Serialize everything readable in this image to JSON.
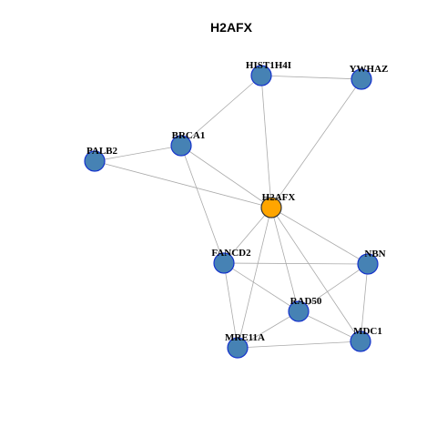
{
  "title": "H2AFX",
  "colors": {
    "node_fill": "#4682B4",
    "node_stroke": "#1533CC",
    "center_fill": "#FFA500",
    "center_stroke": "#333333",
    "edge": "#AAAAAA"
  },
  "nodes": [
    {
      "id": "HIST1H4I",
      "label": "HIST1H4I",
      "center": false
    },
    {
      "id": "YWHAZ",
      "label": "YWHAZ",
      "center": false
    },
    {
      "id": "BRCA1",
      "label": "BRCA1",
      "center": false
    },
    {
      "id": "PALB2",
      "label": "PALB2",
      "center": false
    },
    {
      "id": "H2AFX",
      "label": "H2AFX",
      "center": true
    },
    {
      "id": "FANCD2",
      "label": "FANCD2",
      "center": false
    },
    {
      "id": "NBN",
      "label": "NBN",
      "center": false
    },
    {
      "id": "RAD50",
      "label": "RAD50",
      "center": false
    },
    {
      "id": "MRE11A",
      "label": "MRE11A",
      "center": false
    },
    {
      "id": "MDC1",
      "label": "MDC1",
      "center": false
    }
  ],
  "edges": [
    [
      "HIST1H4I",
      "YWHAZ"
    ],
    [
      "HIST1H4I",
      "BRCA1"
    ],
    [
      "HIST1H4I",
      "H2AFX"
    ],
    [
      "YWHAZ",
      "H2AFX"
    ],
    [
      "BRCA1",
      "PALB2"
    ],
    [
      "BRCA1",
      "H2AFX"
    ],
    [
      "BRCA1",
      "FANCD2"
    ],
    [
      "PALB2",
      "H2AFX"
    ],
    [
      "H2AFX",
      "FANCD2"
    ],
    [
      "H2AFX",
      "NBN"
    ],
    [
      "H2AFX",
      "RAD50"
    ],
    [
      "H2AFX",
      "MRE11A"
    ],
    [
      "H2AFX",
      "MDC1"
    ],
    [
      "FANCD2",
      "NBN"
    ],
    [
      "FANCD2",
      "RAD50"
    ],
    [
      "FANCD2",
      "MRE11A"
    ],
    [
      "NBN",
      "RAD50"
    ],
    [
      "NBN",
      "MDC1"
    ],
    [
      "RAD50",
      "MRE11A"
    ],
    [
      "RAD50",
      "MDC1"
    ],
    [
      "MRE11A",
      "MDC1"
    ]
  ]
}
